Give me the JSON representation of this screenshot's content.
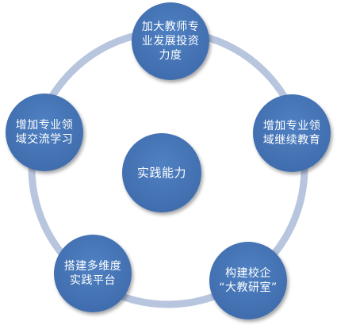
{
  "colors": {
    "node_fill": "#4472b3",
    "ring": "#b8c5de",
    "text": "#ffffff"
  },
  "diagram": {
    "center": {
      "label": "实践能力"
    },
    "nodes": [
      {
        "id": "top",
        "lines": [
          "加大教师专",
          "业发展投资",
          "力度"
        ]
      },
      {
        "id": "right",
        "lines": [
          "增加专业领",
          "域继续教育"
        ]
      },
      {
        "id": "bottom-right",
        "lines": [
          "构建校企",
          "“大教研室”"
        ]
      },
      {
        "id": "bottom-left",
        "lines": [
          "搭建多维度",
          "实践平台"
        ]
      },
      {
        "id": "left",
        "lines": [
          "增加专业领",
          "域交流学习"
        ]
      }
    ]
  }
}
